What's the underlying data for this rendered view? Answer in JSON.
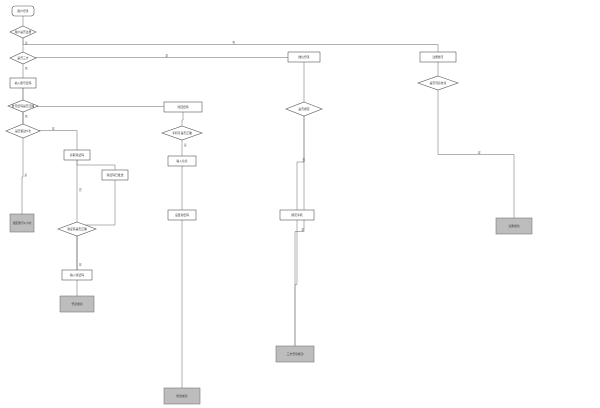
{
  "diagram": {
    "nodes": [
      {
        "id": "start",
        "shape": "terminal",
        "text": "用户登录"
      },
      {
        "id": "d_register",
        "shape": "decision",
        "text": "用户是否注册"
      },
      {
        "id": "d_thirdparty",
        "shape": "decision",
        "text": "是否三方"
      },
      {
        "id": "p_input_account",
        "shape": "process",
        "text": "输入账号密码"
      },
      {
        "id": "d_account_ok",
        "shape": "decision",
        "text": "账号密码是否正确"
      },
      {
        "id": "d_attempts",
        "shape": "decision",
        "text": "是否超过5次"
      },
      {
        "id": "end_locked",
        "shape": "end",
        "text": "锁定账号1小时"
      },
      {
        "id": "p_get_code",
        "shape": "process",
        "text": "获取验证码"
      },
      {
        "id": "p_code_sent",
        "shape": "process",
        "text": "验证码已发送"
      },
      {
        "id": "d_code_ok",
        "shape": "decision",
        "text": "验证码是否正确"
      },
      {
        "id": "p_input_code",
        "shape": "process",
        "text": "输入验证码"
      },
      {
        "id": "end_login_ok",
        "shape": "end",
        "text": "登录成功"
      },
      {
        "id": "p_reset_pwd",
        "shape": "process",
        "text": "找回密码"
      },
      {
        "id": "d_phone_ok",
        "shape": "decision",
        "text": "手机号是否正确"
      },
      {
        "id": "p_input_info",
        "shape": "process",
        "text": "输入信息"
      },
      {
        "id": "p_new_pwd",
        "shape": "process",
        "text": "设置新密码"
      },
      {
        "id": "end_reset_ok",
        "shape": "end",
        "text": "修改成功"
      },
      {
        "id": "p_wechat",
        "shape": "process",
        "text": "微信登录"
      },
      {
        "id": "d_bind",
        "shape": "decision",
        "text": "是否绑定"
      },
      {
        "id": "p_bind_phone",
        "shape": "process",
        "text": "绑定手机"
      },
      {
        "id": "end_third_ok",
        "shape": "end",
        "text": "三方登录成功"
      },
      {
        "id": "p_register",
        "shape": "process",
        "text": "注册账号"
      },
      {
        "id": "d_agree",
        "shape": "decision",
        "text": "是否同意协议"
      },
      {
        "id": "end_register_ok",
        "shape": "end",
        "text": "注册成功"
      }
    ],
    "edges": [
      {
        "from": "start",
        "to": "d_register",
        "label": ""
      },
      {
        "from": "d_register",
        "to": "d_thirdparty",
        "label": "是"
      },
      {
        "from": "d_register",
        "to": "p_register",
        "label": "否"
      },
      {
        "from": "d_thirdparty",
        "to": "p_input_account",
        "label": "否"
      },
      {
        "from": "d_thirdparty",
        "to": "p_wechat",
        "label": "是"
      },
      {
        "from": "p_input_account",
        "to": "d_account_ok",
        "label": ""
      },
      {
        "from": "d_account_ok",
        "to": "d_attempts",
        "label": "否"
      },
      {
        "from": "d_account_ok",
        "to": "p_get_code",
        "label": "是"
      },
      {
        "from": "d_attempts",
        "to": "end_locked",
        "label": "是"
      },
      {
        "from": "d_attempts",
        "to": "p_input_account",
        "label": "否"
      },
      {
        "from": "p_get_code",
        "to": "p_code_sent",
        "label": ""
      },
      {
        "from": "p_code_sent",
        "to": "p_input_code",
        "label": ""
      },
      {
        "from": "p_input_code",
        "to": "d_code_ok",
        "label": ""
      },
      {
        "from": "d_code_ok",
        "to": "end_login_ok",
        "label": "是"
      },
      {
        "from": "d_code_ok",
        "to": "p_get_code",
        "label": "否"
      },
      {
        "from": "d_account_ok",
        "to": "p_reset_pwd",
        "label": ""
      },
      {
        "from": "p_reset_pwd",
        "to": "d_phone_ok",
        "label": ""
      },
      {
        "from": "d_phone_ok",
        "to": "p_input_info",
        "label": "是"
      },
      {
        "from": "p_input_info",
        "to": "p_new_pwd",
        "label": ""
      },
      {
        "from": "p_new_pwd",
        "to": "end_reset_ok",
        "label": ""
      },
      {
        "from": "p_wechat",
        "to": "d_bind",
        "label": ""
      },
      {
        "from": "d_bind",
        "to": "end_third_ok",
        "label": "是"
      },
      {
        "from": "d_bind",
        "to": "p_bind_phone",
        "label": "否"
      },
      {
        "from": "p_bind_phone",
        "to": "end_third_ok",
        "label": ""
      },
      {
        "from": "p_register",
        "to": "d_agree",
        "label": ""
      },
      {
        "from": "d_agree",
        "to": "end_register_ok",
        "label": "是"
      }
    ]
  }
}
